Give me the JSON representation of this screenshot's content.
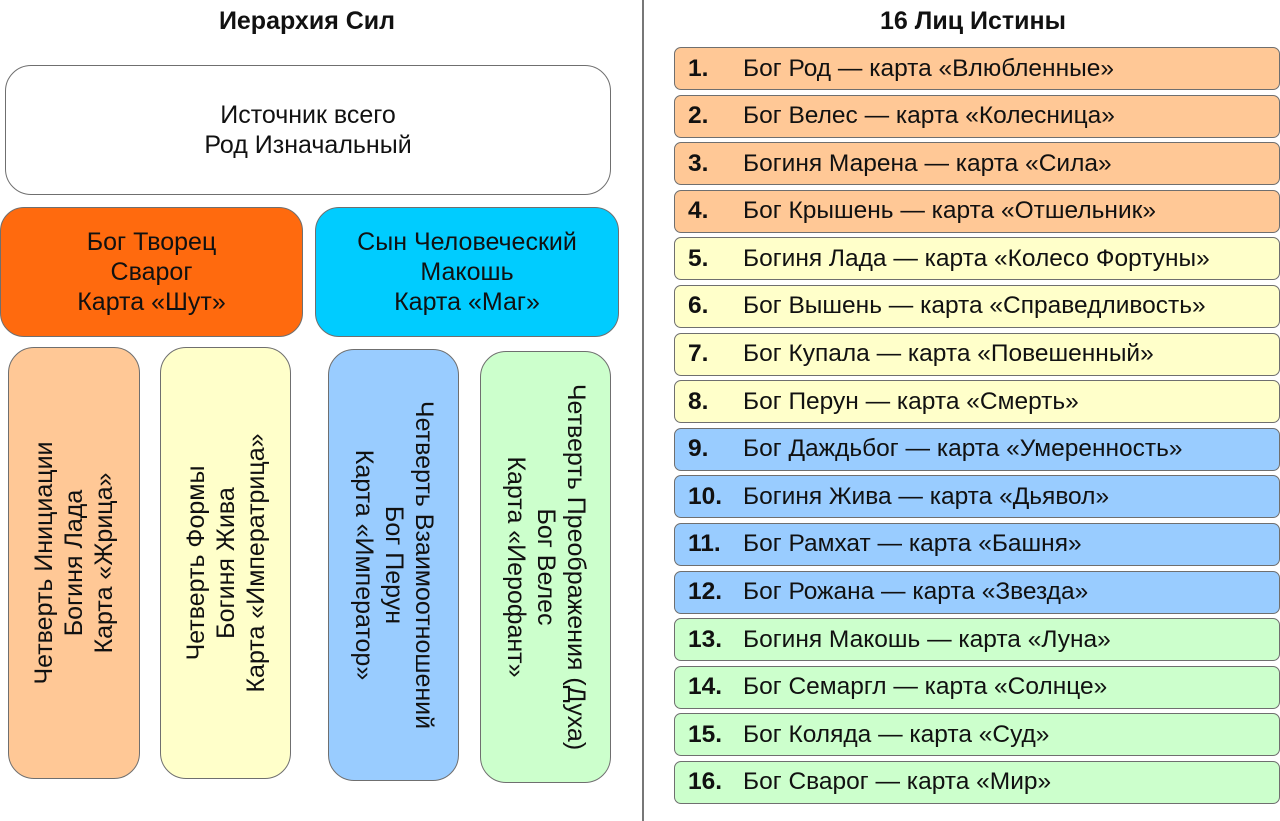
{
  "hierarchy": {
    "title": "Иерархия Сил",
    "source": {
      "line1": "Источник всего",
      "line2": "Род Изначальный"
    },
    "creator": {
      "line1": "Бог Творец",
      "line2": "Сварог",
      "line3": "Карта «Шут»"
    },
    "son": {
      "line1": "Сын Человеческий",
      "line2": "Макошь",
      "line3": "Карта «Маг»"
    },
    "quarters": [
      {
        "line1": "Четверть Инициации",
        "line2": "Богиня Лада",
        "line3": "Карта «Жрица»"
      },
      {
        "line1": "Четверть Формы",
        "line2": "Богиня Жива",
        "line3": "Карта «Императрица»"
      },
      {
        "line1": "Четверть Взаимоотношений",
        "line2": "Бог Перун",
        "line3": "Карта «Император»"
      },
      {
        "line1": "Четверть Преображения (Духа)",
        "line2": "Бог Велес",
        "line3": "Карта «Иерофант»"
      }
    ]
  },
  "faces": {
    "title": "16 Лиц Истины",
    "colors": {
      "group1": "#ffc896",
      "group2": "#ffffca",
      "group3": "#99ccff",
      "group4": "#ccffcc"
    },
    "items": [
      {
        "num": "1.",
        "text": "Бог Род — карта «Влюбленные»",
        "group": "group1"
      },
      {
        "num": "2.",
        "text": "Бог Велес — карта «Колесница»",
        "group": "group1"
      },
      {
        "num": "3.",
        "text": "Богиня Марена — карта «Сила»",
        "group": "group1"
      },
      {
        "num": "4.",
        "text": "Бог Крышень — карта «Отшельник»",
        "group": "group1"
      },
      {
        "num": "5.",
        "text": "Богиня Лада — карта «Колесо Фортуны»",
        "group": "group2"
      },
      {
        "num": "6.",
        "text": "Бог Вышень — карта «Справедливость»",
        "group": "group2"
      },
      {
        "num": "7.",
        "text": "Бог Купала — карта «Повешенный»",
        "group": "group2"
      },
      {
        "num": "8.",
        "text": "Бог Перун — карта «Смерть»",
        "group": "group2"
      },
      {
        "num": "9.",
        "text": "Бог Даждьбог — карта «Умеренность»",
        "group": "group3"
      },
      {
        "num": "10.",
        "text": "Богиня Жива — карта «Дьявол»",
        "group": "group3"
      },
      {
        "num": "11.",
        "text": "Бог Рамхат — карта «Башня»",
        "group": "group3"
      },
      {
        "num": "12.",
        "text": "Бог Рожана — карта «Звезда»",
        "group": "group3"
      },
      {
        "num": "13.",
        "text": "Богиня Макошь — карта «Луна»",
        "group": "group4"
      },
      {
        "num": "14.",
        "text": "Бог Семаргл — карта «Солнце»",
        "group": "group4"
      },
      {
        "num": "15.",
        "text": "Бог Коляда — карта «Суд»",
        "group": "group4"
      },
      {
        "num": "16.",
        "text": "Бог Сварог — карта «Мир»",
        "group": "group4"
      }
    ]
  }
}
